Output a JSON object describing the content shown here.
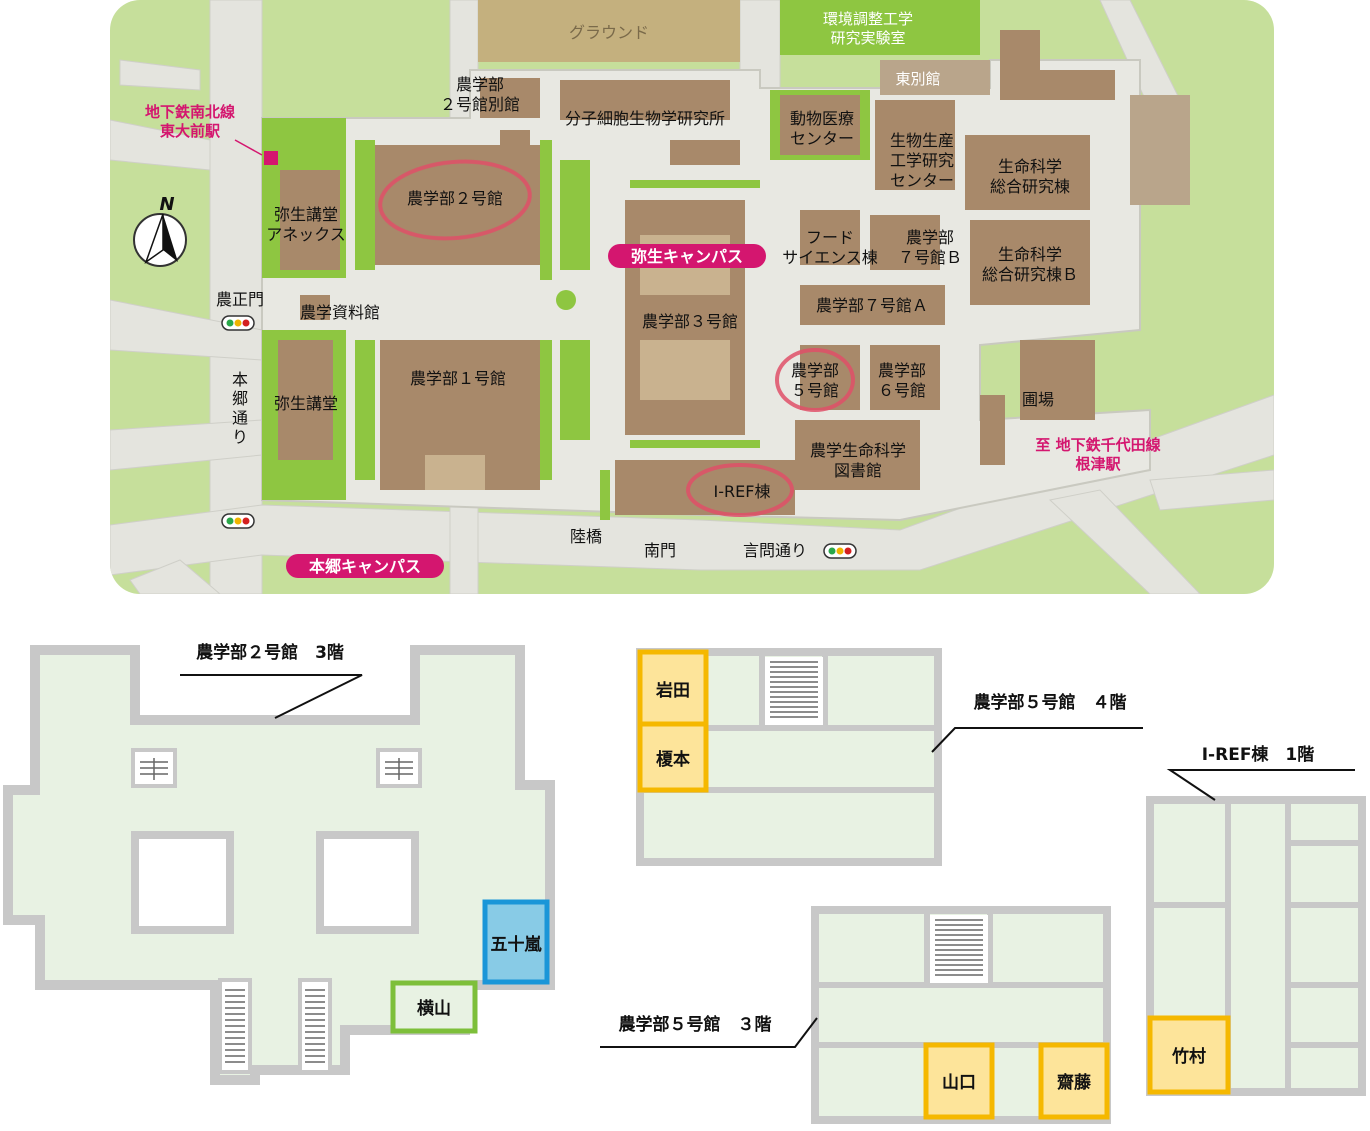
{
  "campus_map": {
    "labels": {
      "ground": "グラウンド",
      "kankyo": "環境調整工学\n研究実験室",
      "higashi_bekkan": "東別館",
      "nougakubu2_bekkan": "農学部\n２号館別館",
      "bunshi": "分子細胞生物学研究所",
      "doubutsu": "動物医療\nセンター",
      "seibutsu_seisan": "生物生産\n工学研究\nセンター",
      "seimei1": "生命科学\n総合研究棟",
      "seimei2": "生命科学\n総合研究棟Ｂ",
      "subway_nanboku": "地下鉄南北線\n東大前駅",
      "yayoi_annex": "弥生講堂\nアネックス",
      "nougakubu2": "農学部２号館",
      "yayoi_campus": "弥生キャンパス",
      "food": "フード\nサイエンス棟",
      "nougakubu7b": "農学部\n７号館Ｂ",
      "nougakubu7a": "農学部７号館Ａ",
      "noseimon": "農正門",
      "shiryokan": "農学資料館",
      "nougakubu3": "農学部３号館",
      "nougakubu5": "農学部\n５号館",
      "nougakubu6": "農学部\n６号館",
      "hongo_dori": "本郷通り",
      "yayoi_kodo": "弥生講堂",
      "nougakubu1": "農学部１号館",
      "hojo": "圃場",
      "chiyoda": "至 地下鉄千代田線\n根津駅",
      "toshokan": "農学生命科学\n図書館",
      "iref": "I-REF棟",
      "rikkyo": "陸橋",
      "nanmon": "南門",
      "kototoi": "言問通り",
      "hongo_campus": "本郷キャンパス",
      "north": "N"
    }
  },
  "floor_plans": {
    "bldg2_3f": {
      "title": "農学部２号館　3階",
      "rooms": [
        "五十嵐",
        "横山"
      ]
    },
    "bldg5_4f": {
      "title": "農学部５号館　４階",
      "rooms": [
        "岩田",
        "榎本"
      ]
    },
    "bldg5_3f": {
      "title": "農学部５号館　３階",
      "rooms": [
        "山口",
        "齋藤"
      ]
    },
    "iref_1f": {
      "title": "I-REF棟　1階",
      "rooms": [
        "竹村"
      ]
    }
  },
  "colors": {
    "map_bg": "#c6df9b",
    "road": "#e4e4de",
    "building": "#a8896a",
    "magenta": "#d4166f",
    "floor_fill": "#e8f2e3",
    "floor_wall": "#c8c8c8",
    "room_orange_border": "#f5b800",
    "room_orange_fill": "#fde49a",
    "room_green_border": "#7dbf3a",
    "room_blue_border": "#1a96d8",
    "room_blue_fill": "#88cbe6"
  }
}
